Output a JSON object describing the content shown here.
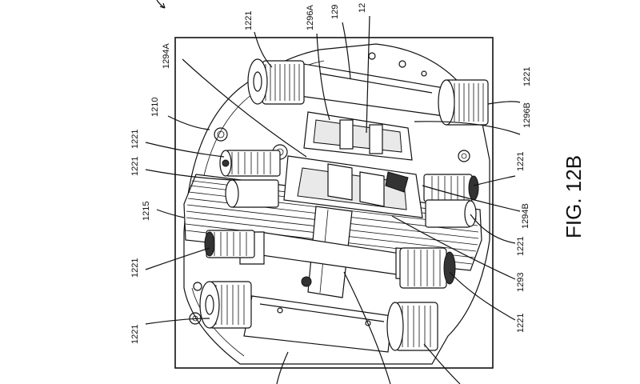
{
  "figure": {
    "title": "FIG. 12B"
  },
  "labels": {
    "l1221a": "1221",
    "l1296a": "1296A",
    "l129x": "129",
    "l12xx": "12",
    "l1294a": "1294A",
    "l1210": "1210",
    "l1221b": "1221",
    "l1221c": "1221",
    "l1215": "1215",
    "l1221d": "1221",
    "l1221e": "1221",
    "l1221f": "1221",
    "l1296b": "1296B",
    "l1221g": "1221",
    "l1294b": "1294B",
    "l1221h": "1221",
    "l1293": "1293",
    "l1221i": "1221"
  }
}
